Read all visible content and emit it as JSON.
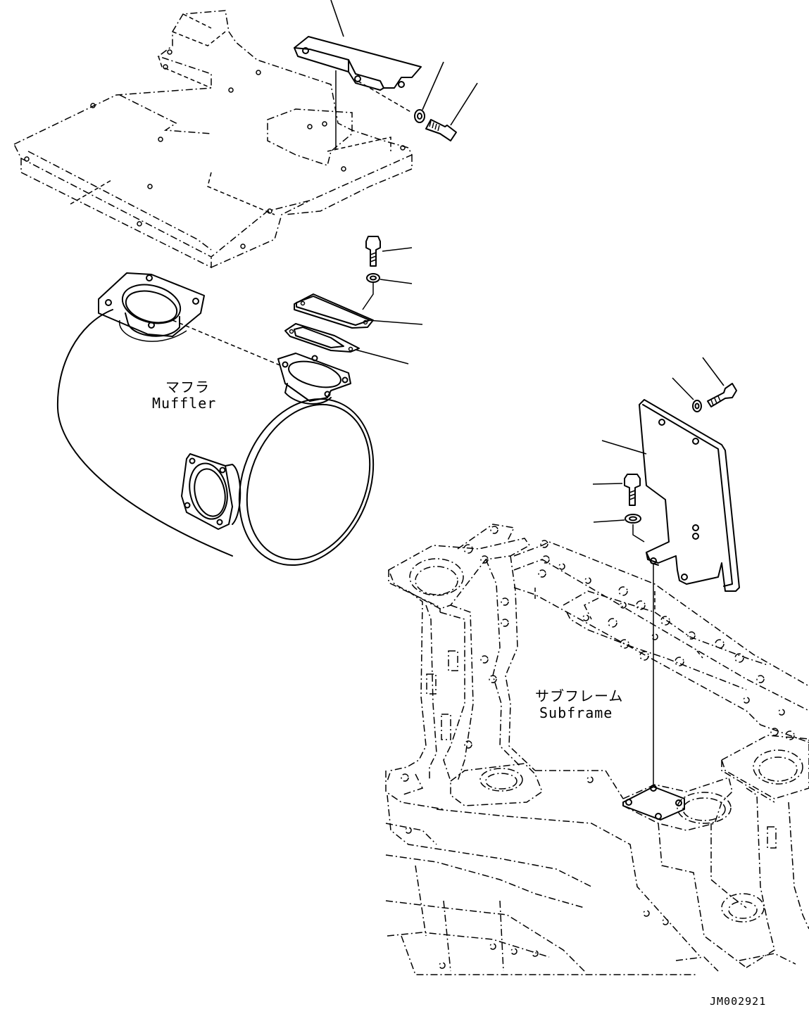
{
  "labels": {
    "muffler_jp": "マフラ",
    "muffler_en": "Muffler",
    "subframe_jp": "サブフレーム",
    "subframe_en": "Subframe"
  },
  "drawing_code": "JM002921"
}
